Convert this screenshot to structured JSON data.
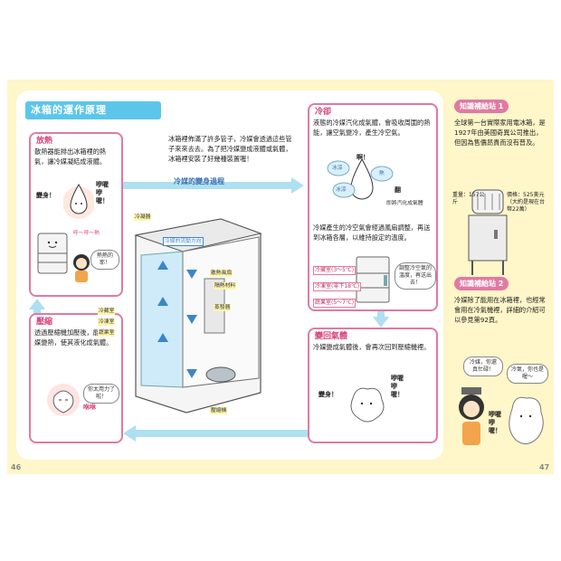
{
  "page": {
    "title": "冰箱的運作原理",
    "left_page_number": "46",
    "right_page_number": "47"
  },
  "intro": {
    "text": "冰箱裡佈滿了許多管子，冷媒會透過這些管子來來去去。為了把冷媒變成液體或氣體，冰箱裡安裝了好幾種裝置喔！",
    "flow_label": "冷媒的變身過程"
  },
  "heat_release": {
    "title": "放熱",
    "text": "散熱器能排出冰箱裡的熱氣，讓冷媒凝結成液體。",
    "sfx_change": "變身！",
    "sfx_cry": "咿喔咿喔！",
    "sfx_hot": "熱熱的耶！",
    "sfx_wave": "呼～呼～熱"
  },
  "cooling": {
    "title": "冷卻",
    "text": "液態的冷媒汽化成氣體，會吸收周圍的熱能，讓空氣變冷，產生冷空氣。",
    "text2": "冷媒產生的冷空氣會經過風扇調整，再送到冰箱各層，以維持設定的溫度。",
    "sfx_cold1": "冰涼",
    "sfx_cold2": "冰涼",
    "sfx_heat": "熱",
    "sfx_ahh": "啊！",
    "sfx_dumb": "翻",
    "sfx_phase": "即將汽化成氣體",
    "fridge_zones": [
      {
        "label": "冷藏室",
        "temp": "(3～5℃)"
      },
      {
        "label": "冷凍室",
        "temp": "(零下18℃)"
      },
      {
        "label": "蔬果室",
        "temp": "(5～7℃)"
      }
    ],
    "fan_bubble": "調整冷空氣的溫度，再送出去！"
  },
  "compress": {
    "title": "壓縮",
    "text": "透過壓縮機加壓後，能讓冷媒變熱，使其液化成氣體。",
    "sfx_pressure": "咻咻",
    "bubble": "你太用力了啦！"
  },
  "gas": {
    "title": "變回氣體",
    "text": "冷媒變成氣體後，會再次回到壓縮機裡。",
    "sfx_change": "變身！",
    "sfx_cry": "咿喔咿喔！"
  },
  "diagram": {
    "flow_box": "冷媒的流動方向",
    "labels": {
      "evaporator": "冷凝器",
      "radiator": "散熱風扇",
      "insulation": "隔熱材料",
      "cold_room": "冷藏室",
      "freezer": "冷凍室",
      "veg": "蔬果室",
      "evap2": "蒸發器",
      "compressor": "壓縮機"
    }
  },
  "sidebar": {
    "fact1_title": "知識補給站",
    "fact1_num": "1",
    "fact1_text": "全球第一台實際家用電冰箱，是1927年由美國奇異公司推出，但因為售價昂貴而沒有普及。",
    "fact1_photo_caption1": "重量：157公斤",
    "fact1_photo_caption2": "價格：525美元（大約是現在台幣22萬）",
    "fact2_title": "知識補給站",
    "fact2_num": "2",
    "fact2_text": "冷媒除了能用在冰箱裡，也經常會用在冷氣機裡，詳細的介紹可以參見第92頁。",
    "bubble1": "冷媒，你還真忙碌！",
    "bubble2": "冷氣，你也是喔～",
    "sfx_cry": "咿喔咿喔！"
  },
  "colors": {
    "accent_pink": "#e07aa2",
    "accent_blue": "#5cc6ea",
    "background": "#fff6c9"
  }
}
